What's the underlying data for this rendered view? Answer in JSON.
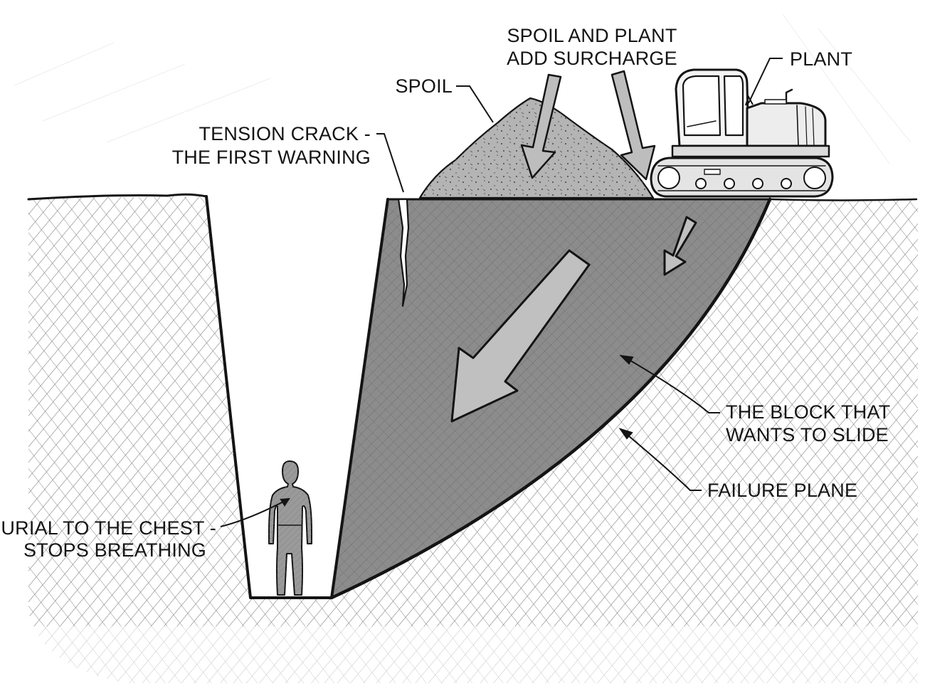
{
  "labels": {
    "surcharge_line1": "SPOIL AND PLANT",
    "surcharge_line2": "ADD SURCHARGE",
    "plant": "PLANT",
    "spoil": "SPOIL",
    "tension_line1": "TENSION CRACK -",
    "tension_line2": "THE FIRST WARNING",
    "block_line1": "THE BLOCK THAT",
    "block_line2": "WANTS TO SLIDE",
    "failure_plane": "FAILURE PLANE",
    "burial_line1": "BURIAL TO THE CHEST -",
    "burial_line2": "STOPS BREATHING"
  },
  "colors": {
    "ink": "#141414",
    "ground": "#ffffff",
    "hatch": "#6a6a6a",
    "block_fill": "#8c8c8c",
    "spoil_fill": "#b4b4b4",
    "arrow_fill": "#bdbdbd",
    "machine_fill": "#f4f4f4",
    "person_fill": "#9a9a9a"
  }
}
